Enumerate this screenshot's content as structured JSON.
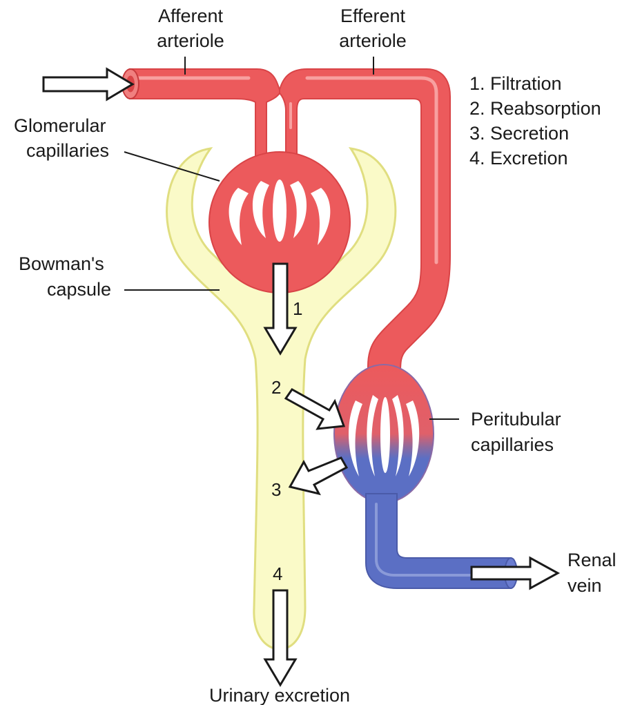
{
  "labels": {
    "afferent_line1": "Afferent",
    "afferent_line2": "arteriole",
    "efferent_line1": "Efferent",
    "efferent_line2": "arteriole",
    "glomerular_line1": "Glomerular",
    "glomerular_line2": "capillaries",
    "bowman_line1": "Bowman's",
    "bowman_line2": "capsule",
    "peritubular_line1": "Peritubular",
    "peritubular_line2": "capillaries",
    "renal_line1": "Renal",
    "renal_line2": "vein",
    "urinary_excretion": "Urinary excretion"
  },
  "legend": [
    "1. Filtration",
    "2. Reabsorption",
    "3. Secretion",
    "4. Excretion"
  ],
  "step_numbers": {
    "filtration": "1",
    "reabsorption": "2",
    "secretion": "3",
    "excretion": "4"
  },
  "colors": {
    "arterial_red": "#ec5a5c",
    "venous_blue": "#5b6fc4",
    "capsule_yellow": "#fafac8",
    "capsule_outline": "#e0de80",
    "text": "#1a1a1a"
  }
}
